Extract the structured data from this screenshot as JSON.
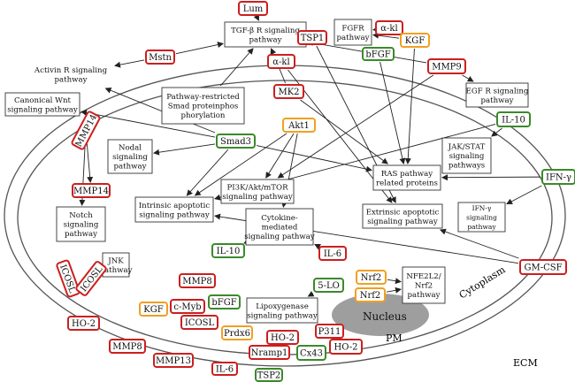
{
  "colors": {
    "red": "#cc1f1f",
    "orange": "#f0a020",
    "green": "#3a8a2a",
    "box": "#333333",
    "nucleus": "#9e9e9e"
  },
  "labels": {
    "ecm": "ECM",
    "pm": "PM",
    "cytoplasm": "Cytoplasm",
    "nucleus": "Nucleus"
  },
  "molecules": [
    {
      "id": "lum",
      "text": "Lum",
      "color": "red"
    },
    {
      "id": "tsp1",
      "text": "TSP1",
      "color": "red"
    },
    {
      "id": "akl-top",
      "text": "α-kl",
      "color": "red"
    },
    {
      "id": "kgf-top",
      "text": "KGF",
      "color": "orange"
    },
    {
      "id": "bfgf-top",
      "text": "bFGF",
      "color": "green"
    },
    {
      "id": "mstn",
      "text": "Mstn",
      "color": "red"
    },
    {
      "id": "akl-mid",
      "text": "α-kl",
      "color": "red"
    },
    {
      "id": "mmp9",
      "text": "MMP9",
      "color": "red"
    },
    {
      "id": "mk2",
      "text": "MK2",
      "color": "red"
    },
    {
      "id": "il10-right",
      "text": "IL-10",
      "color": "green"
    },
    {
      "id": "mmp14-rot",
      "text": "MMP14",
      "color": "red"
    },
    {
      "id": "smad3",
      "text": "Smad3",
      "color": "green"
    },
    {
      "id": "akt1",
      "text": "Akt1",
      "color": "orange"
    },
    {
      "id": "mmp14",
      "text": "MMP14",
      "color": "red"
    },
    {
      "id": "ifn",
      "text": "IFN-γ",
      "color": "green"
    },
    {
      "id": "il10-left",
      "text": "IL-10",
      "color": "green"
    },
    {
      "id": "il6-mid",
      "text": "IL-6",
      "color": "red"
    },
    {
      "id": "icosl-rot1",
      "text": "ICOSL",
      "color": "red"
    },
    {
      "id": "icosl-rot2",
      "text": "ICOSL",
      "color": "red"
    },
    {
      "id": "gmcsf",
      "text": "GM-CSF",
      "color": "red"
    },
    {
      "id": "nrf2-a",
      "text": "Nrf2",
      "color": "orange"
    },
    {
      "id": "lo5",
      "text": "5-LO",
      "color": "green"
    },
    {
      "id": "nrf2-b",
      "text": "Nrf2",
      "color": "orange"
    },
    {
      "id": "mmp8-a",
      "text": "MMP8",
      "color": "red"
    },
    {
      "id": "kgf-low",
      "text": "KGF",
      "color": "orange"
    },
    {
      "id": "cmyb",
      "text": "c-Myb",
      "color": "red"
    },
    {
      "id": "bfgf-low",
      "text": "bFGF",
      "color": "green"
    },
    {
      "id": "icosl-low",
      "text": "ICOSL",
      "color": "red"
    },
    {
      "id": "ho2-a",
      "text": "HO-2",
      "color": "red"
    },
    {
      "id": "prdx6",
      "text": "Prdx6",
      "color": "orange"
    },
    {
      "id": "ho2-b",
      "text": "HO-2",
      "color": "red"
    },
    {
      "id": "p311",
      "text": "P311",
      "color": "red"
    },
    {
      "id": "mmp8-b",
      "text": "MMP8",
      "color": "red"
    },
    {
      "id": "nramp1",
      "text": "Nramp1",
      "color": "red"
    },
    {
      "id": "cx43",
      "text": "Cx43",
      "color": "green"
    },
    {
      "id": "ho2-c",
      "text": "HO-2",
      "color": "red"
    },
    {
      "id": "mmp13",
      "text": "MMP13",
      "color": "red"
    },
    {
      "id": "il6-low",
      "text": "IL-6",
      "color": "red"
    },
    {
      "id": "tsp2",
      "text": "TSP2",
      "color": "green"
    }
  ],
  "pathways": [
    {
      "id": "tgfb",
      "lines": [
        "TGF-β R signaling",
        "pathway"
      ],
      "boxed": true
    },
    {
      "id": "fgfr",
      "lines": [
        "FGFR",
        "pathway"
      ],
      "boxed": true
    },
    {
      "id": "activin",
      "lines": [
        "Activin R signaling",
        "pathway"
      ],
      "boxed": false
    },
    {
      "id": "egfr",
      "lines": [
        "EGF R signaling",
        "pathway"
      ],
      "boxed": true
    },
    {
      "id": "smad",
      "lines": [
        "Pathway-restricted",
        "Smad proteinphos",
        "phorylation"
      ],
      "boxed": true
    },
    {
      "id": "wnt",
      "lines": [
        "Canonical Wnt",
        "signaling pathway"
      ],
      "boxed": true
    },
    {
      "id": "nodal",
      "lines": [
        "Nodal",
        "signaling",
        "pathway"
      ],
      "boxed": true
    },
    {
      "id": "jakstat",
      "lines": [
        "JAK/STAT",
        "signaling",
        "pathways"
      ],
      "boxed": true
    },
    {
      "id": "ras",
      "lines": [
        "RAS pathway",
        "related proteins"
      ],
      "boxed": true
    },
    {
      "id": "pi3k",
      "lines": [
        "PI3K/Akt/mTOR",
        "signaling pathway"
      ],
      "boxed": true
    },
    {
      "id": "intrinsic",
      "lines": [
        "Intrinsic apoptotic",
        "signaling pathway"
      ],
      "boxed": true
    },
    {
      "id": "notch",
      "lines": [
        "Notch",
        "signaling",
        "pathway"
      ],
      "boxed": true
    },
    {
      "id": "cytokine",
      "lines": [
        "Cytokine-",
        "mediated",
        "signaling pathway"
      ],
      "boxed": true
    },
    {
      "id": "extrinsic",
      "lines": [
        "Extrinsic apoptotic",
        "signaling pathway"
      ],
      "boxed": true
    },
    {
      "id": "ifnpath",
      "lines": [
        "IFN-γ",
        "signaling",
        "pathway"
      ],
      "boxed": true
    },
    {
      "id": "jnk",
      "lines": [
        "JNK",
        "pathway"
      ],
      "boxed": true
    },
    {
      "id": "nfe2l2",
      "lines": [
        "NFE2L2/",
        "Nrf2",
        "pathway"
      ],
      "boxed": true
    },
    {
      "id": "lipox",
      "lines": [
        "Lipoxygenase",
        "signaling pathway"
      ],
      "boxed": true
    }
  ]
}
